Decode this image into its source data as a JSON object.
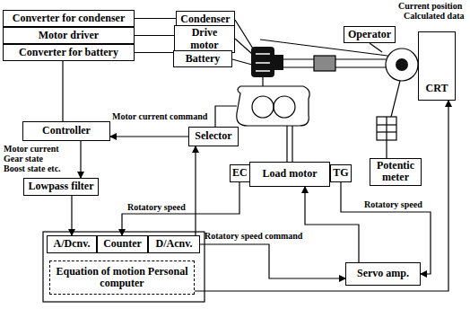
{
  "diagram": {
    "nodes": [
      {
        "text": [
          "Converter for condenser"
        ]
      },
      {
        "text": [
          "Motor driver"
        ]
      },
      {
        "text": [
          "Converter for battery"
        ]
      },
      {
        "text": [
          "Condenser"
        ]
      },
      {
        "text": [
          "Operator"
        ]
      },
      {
        "text": [
          "CRT"
        ]
      },
      {
        "text": [
          "Drive motor"
        ]
      },
      {
        "text": [
          "Battery"
        ]
      },
      {
        "text": [
          "Controller"
        ]
      },
      {
        "text": [
          "Selector"
        ]
      },
      {
        "text": [
          "Potentic meter"
        ]
      },
      {
        "text": [
          "EC"
        ]
      },
      {
        "text": [
          "Load motor"
        ]
      },
      {
        "text": [
          "TG"
        ]
      },
      {
        "text": [
          "Lowpass filter"
        ]
      },
      {
        "text": [
          "A/Dcnv."
        ]
      },
      {
        "text": [
          "Counter"
        ]
      },
      {
        "text": [
          "D/Acnv."
        ]
      },
      {
        "text": [
          "Servo amp."
        ]
      },
      {
        "text": [
          "Equation of motion Personal computer"
        ]
      }
    ],
    "edges": [
      {
        "from": 0,
        "to": 3,
        "arrow": "none"
      },
      {
        "from": 1,
        "to": 6,
        "arrow": "none"
      },
      {
        "from": 2,
        "to": 7,
        "arrow": "none"
      },
      {
        "from": 8,
        "to": 2,
        "arrow": "none"
      },
      {
        "from": 9,
        "to": 8,
        "arrow": "to"
      },
      {
        "from": 8,
        "to": 14,
        "arrow": "to"
      },
      {
        "from": 14,
        "to": 15,
        "arrow": "to"
      },
      {
        "from": 11,
        "to": 16,
        "arrow": "to"
      },
      {
        "from": 17,
        "to": 9,
        "arrow": "to"
      },
      {
        "from": 17,
        "to": 18,
        "arrow": "to"
      },
      {
        "from": 18,
        "to": 12,
        "arrow": "to"
      },
      {
        "from": 13,
        "to": 18,
        "arrow": "to"
      },
      {
        "from": 19,
        "to": 5,
        "arrow": "to"
      }
    ],
    "labels": [
      "Current position",
      "Calculated data",
      "Motor current command",
      "Motor current Gear state Boost state etc.",
      "Rotatory speed",
      "Rotatory speed command",
      "Rotatory speed"
    ]
  }
}
